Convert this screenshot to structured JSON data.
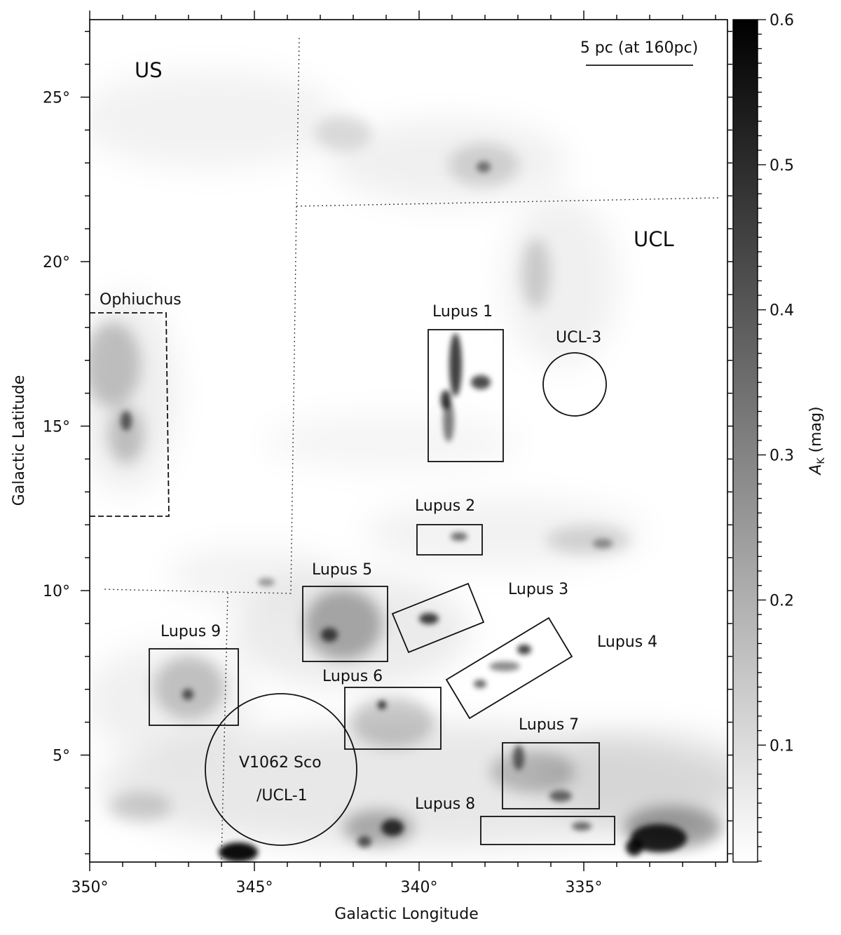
{
  "figure": {
    "xlabel": "Galactic Longitude",
    "ylabel": "Galactic Latitude",
    "xticks": [
      {
        "value": 350,
        "label": "350°"
      },
      {
        "value": 345,
        "label": "345°"
      },
      {
        "value": 340,
        "label": "340°"
      },
      {
        "value": 335,
        "label": "335°"
      }
    ],
    "yticks": [
      {
        "value": 25,
        "label": "25°"
      },
      {
        "value": 20,
        "label": "20°"
      },
      {
        "value": 15,
        "label": "15°"
      },
      {
        "value": 10,
        "label": "10°"
      },
      {
        "value": 5,
        "label": "5°"
      }
    ],
    "colorbar": {
      "label": "AK (mag)",
      "label_main": "A",
      "label_sub": "K",
      "label_rest": " (mag)",
      "ticks": [
        {
          "value": 0.6,
          "label": "0.6"
        },
        {
          "value": 0.5,
          "label": "0.5"
        },
        {
          "value": 0.4,
          "label": "0.4"
        },
        {
          "value": 0.3,
          "label": "0.3"
        },
        {
          "value": 0.2,
          "label": "0.2"
        },
        {
          "value": 0.1,
          "label": "0.1"
        }
      ],
      "colormap": "gray_r"
    },
    "scalebar_label": "5 pc (at 160pc)",
    "region_labels": {
      "us": "US",
      "ucl": "UCL"
    },
    "clouds": {
      "ophiuchus": "Ophiuchus",
      "lupus1": "Lupus 1",
      "lupus2": "Lupus 2",
      "lupus3": "Lupus 3",
      "lupus4": "Lupus 4",
      "lupus5": "Lupus 5",
      "lupus6": "Lupus 6",
      "lupus7": "Lupus 7",
      "lupus8": "Lupus 8",
      "lupus9": "Lupus 9",
      "ucl3": "UCL-3",
      "v1062_line1": "V1062 Sco",
      "v1062_line2": "/UCL-1"
    }
  }
}
